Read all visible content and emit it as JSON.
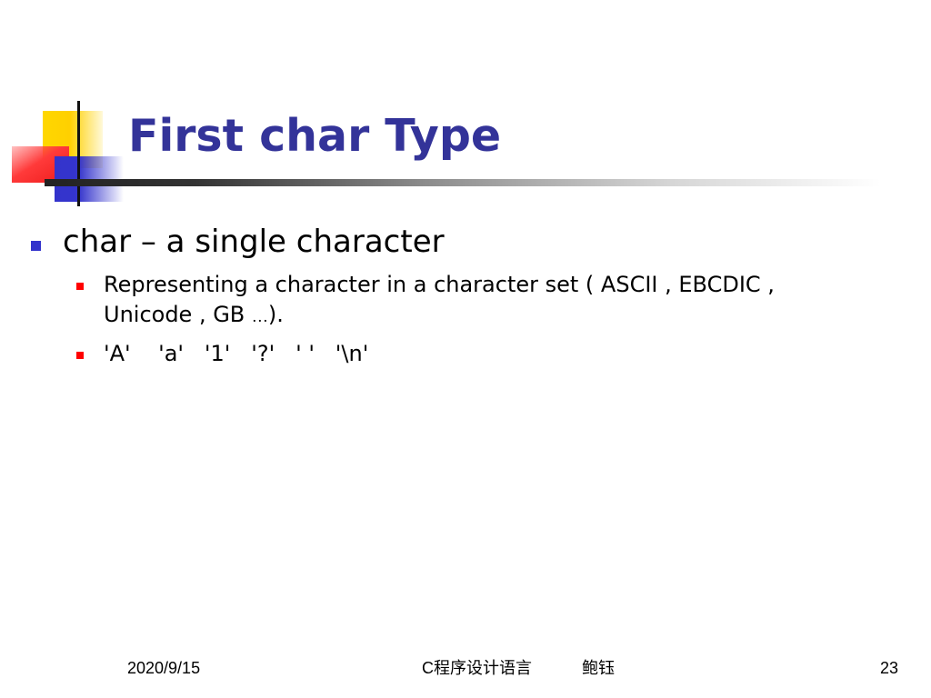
{
  "slide": {
    "title": "First char Type",
    "bullets": [
      {
        "text": "char – a single character",
        "children": [
          {
            "text_main": "Representing a character in a character set ( ASCII , EBCDIC , Unicode , GB ",
            "ellipsis": "…",
            "text_end": ")."
          },
          {
            "text": "'A'    'a'   '1'   '?'   ' '   '\\n'"
          }
        ]
      }
    ]
  },
  "footer": {
    "date": "2020/9/15",
    "course": "C程序设计语言",
    "author": "鲍钰",
    "page_number": "23"
  },
  "colors": {
    "title": "#333399",
    "bullet_level1": "#3333cc",
    "bullet_level2": "#ff0000",
    "deco_yellow": "#ffd700",
    "deco_red": "#ee1c1c",
    "deco_blue": "#3333cc"
  }
}
